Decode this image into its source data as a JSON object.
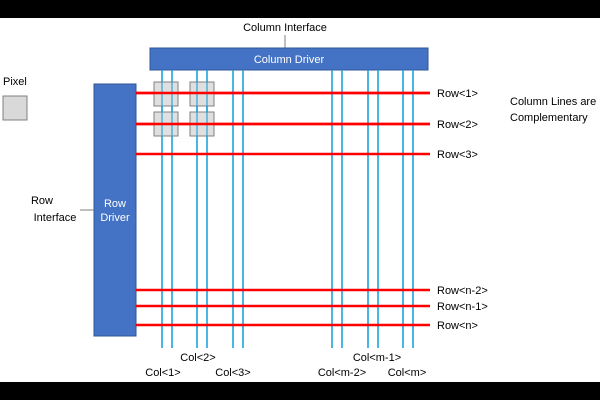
{
  "labels": {
    "column_interface": "Column Interface",
    "column_driver": "Column Driver",
    "row_driver_line1": "Row",
    "row_driver_line2": "Driver",
    "row_interface_line1": "Row",
    "row_interface_line2": "Interface",
    "pixel": "Pixel",
    "note_line1": "Column Lines are",
    "note_line2": "Complementary"
  },
  "rows": [
    "Row<1>",
    "Row<2>",
    "Row<3>",
    "Row<n-2>",
    "Row<n-1>",
    "Row<n>"
  ],
  "columns": [
    "Col<1>",
    "Col<2>",
    "Col<3>",
    "Col<m-2>",
    "Col<m-1>",
    "Col<m>"
  ],
  "colors": {
    "driver_fill": "#4472C4",
    "driver_stroke": "#2F5597",
    "row_line": "#FF0000",
    "column_line": "#1CA3DE",
    "pixel_fill": "#D9D9D9",
    "pixel_stroke": "#808080"
  }
}
